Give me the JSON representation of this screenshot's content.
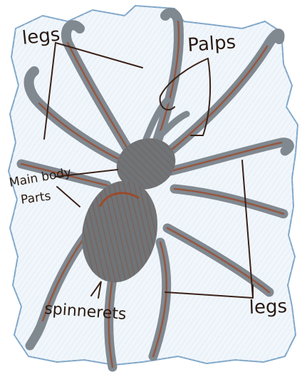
{
  "labels": {
    "legs_top": "legs",
    "palps": "Palps",
    "main_body_line1": "Main body",
    "main_body_line2": "Parts",
    "spinnerets": "spinnerets",
    "legs_bottom": "legs"
  },
  "colors": {
    "paper": "#f1f6fb",
    "paper_edge": "#7fa6c8",
    "body_gray": "#6f7478",
    "body_brown": "#8a4a2e",
    "leg_gray": "#808890",
    "leg_brown": "#9a4b2c",
    "ink": "#2a1a12"
  }
}
